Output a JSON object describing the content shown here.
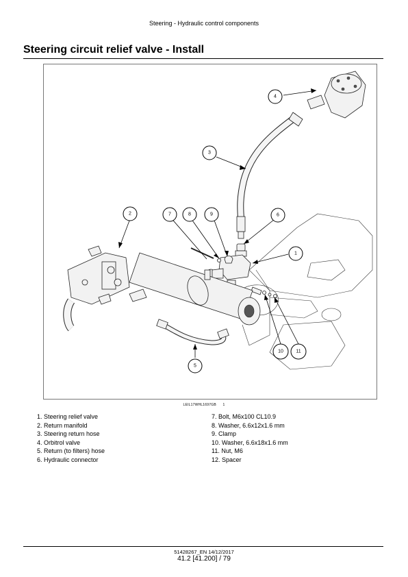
{
  "header": {
    "title": "Steering - Hydraulic control components"
  },
  "page_title": "Steering circuit relief valve - Install",
  "figure": {
    "caption_code": "LEIL17WHL1697GB",
    "caption_number": "1",
    "callouts": [
      "1",
      "2",
      "3",
      "4",
      "5",
      "6",
      "7",
      "8",
      "9",
      "10",
      "11"
    ]
  },
  "legend": {
    "left": [
      "1.  Steering relief valve",
      "2.  Return manifold",
      "3.  Steering return hose",
      "4.  Orbitrol valve",
      "5.  Return (to filters) hose",
      "6.  Hydraulic connector"
    ],
    "right": [
      "7.  Bolt, M6x100 CL10.9",
      "8.  Washer, 6.6x12x1.6 mm",
      "9.  Clamp",
      "10.  Washer, 6.6x18x1.6 mm",
      "11.  Nut, M6",
      "12.  Spacer"
    ]
  },
  "footer": {
    "doc": "51428267_EN 14/12/2017",
    "page": "41.2 [41.200] / 79"
  }
}
